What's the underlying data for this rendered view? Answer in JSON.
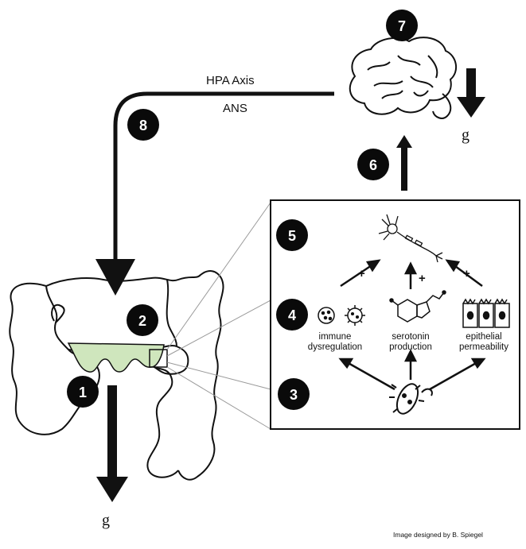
{
  "labels": {
    "hpa_axis": "HPA Axis",
    "ans": "ANS",
    "g": "g",
    "immune_line1": "immune",
    "immune_line2": "dysregulation",
    "serotonin_line1": "serotonin",
    "serotonin_line2": "production",
    "epithelial_line1": "epithelial",
    "epithelial_line2": "permeability",
    "plus": "+",
    "credit": "Image designed by B. Spiegel"
  },
  "markers": [
    "1",
    "2",
    "3",
    "4",
    "5",
    "6",
    "7",
    "8"
  ],
  "colors": {
    "ink": "#111111",
    "marker_fill": "#0a0a0a",
    "marker_text": "#ffffff",
    "gut_highlight": "#cfe6bd",
    "zoom_lines": "#9a9a9a"
  },
  "icons": [
    "brain-icon",
    "neuron-icon",
    "immune-cell-icon",
    "virus-icon",
    "serotonin-molecule-icon",
    "epithelial-cells-icon",
    "bacterium-icon"
  ]
}
